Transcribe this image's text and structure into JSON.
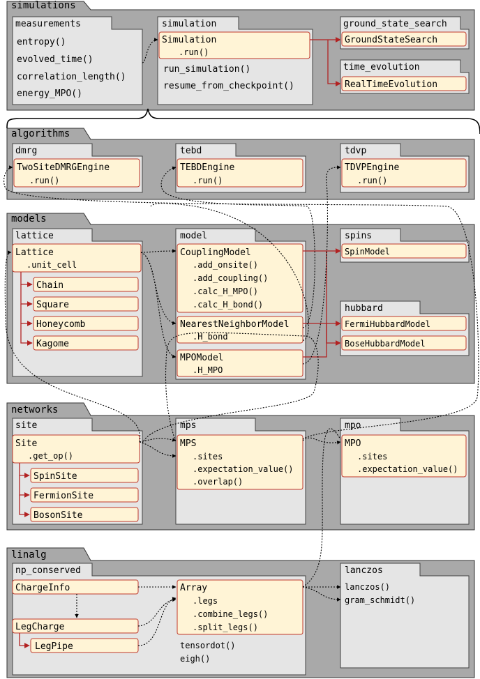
{
  "packages": [
    {
      "id": "simulations",
      "label": "simulations"
    },
    {
      "id": "algorithms",
      "label": "algorithms"
    },
    {
      "id": "models",
      "label": "models"
    },
    {
      "id": "networks",
      "label": "networks"
    },
    {
      "id": "linalg",
      "label": "linalg"
    }
  ],
  "modules": [
    {
      "id": "measurements",
      "label": "measurements"
    },
    {
      "id": "simulation",
      "label": "simulation"
    },
    {
      "id": "ground_state_search",
      "label": "ground_state_search"
    },
    {
      "id": "time_evolution",
      "label": "time_evolution"
    },
    {
      "id": "dmrg",
      "label": "dmrg"
    },
    {
      "id": "tebd",
      "label": "tebd"
    },
    {
      "id": "tdvp",
      "label": "tdvp"
    },
    {
      "id": "lattice",
      "label": "lattice"
    },
    {
      "id": "model",
      "label": "model"
    },
    {
      "id": "spins",
      "label": "spins"
    },
    {
      "id": "hubbard",
      "label": "hubbard"
    },
    {
      "id": "site",
      "label": "site"
    },
    {
      "id": "mps",
      "label": "mps"
    },
    {
      "id": "mpo",
      "label": "mpo"
    },
    {
      "id": "np_conserved",
      "label": "np_conserved"
    },
    {
      "id": "lanczos",
      "label": "lanczos"
    }
  ],
  "classes": [
    {
      "id": "Simulation",
      "name": "Simulation",
      "members": [
        ".run()"
      ]
    },
    {
      "id": "GroundStateSearch",
      "name": "GroundStateSearch",
      "members": []
    },
    {
      "id": "RealTimeEvolution",
      "name": "RealTimeEvolution",
      "members": []
    },
    {
      "id": "TwoSiteDMRGEngine",
      "name": "TwoSiteDMRGEngine",
      "members": [
        ".run()"
      ]
    },
    {
      "id": "TEBDEngine",
      "name": "TEBDEngine",
      "members": [
        ".run()"
      ]
    },
    {
      "id": "TDVPEngine",
      "name": "TDVPEngine",
      "members": [
        ".run()"
      ]
    },
    {
      "id": "Lattice",
      "name": "Lattice",
      "members": [
        ".unit_cell"
      ]
    },
    {
      "id": "Chain",
      "name": "Chain",
      "members": []
    },
    {
      "id": "Square",
      "name": "Square",
      "members": []
    },
    {
      "id": "Honeycomb",
      "name": "Honeycomb",
      "members": []
    },
    {
      "id": "Kagome",
      "name": "Kagome",
      "members": []
    },
    {
      "id": "CouplingModel",
      "name": "CouplingModel",
      "members": [
        ".add_onsite()",
        ".add_coupling()",
        ".calc_H_MPO()",
        ".calc_H_bond()"
      ]
    },
    {
      "id": "NearestNeighborModel",
      "name": "NearestNeighborModel",
      "members": [
        ".H_bond"
      ]
    },
    {
      "id": "MPOModel",
      "name": "MPOModel",
      "members": [
        ".H_MPO"
      ]
    },
    {
      "id": "SpinModel",
      "name": "SpinModel",
      "members": []
    },
    {
      "id": "FermiHubbardModel",
      "name": "FermiHubbardModel",
      "members": []
    },
    {
      "id": "BoseHubbardModel",
      "name": "BoseHubbardModel",
      "members": []
    },
    {
      "id": "Site",
      "name": "Site",
      "members": [
        ".get_op()"
      ]
    },
    {
      "id": "SpinSite",
      "name": "SpinSite",
      "members": []
    },
    {
      "id": "FermionSite",
      "name": "FermionSite",
      "members": []
    },
    {
      "id": "BosonSite",
      "name": "BosonSite",
      "members": []
    },
    {
      "id": "MPS",
      "name": "MPS",
      "members": [
        ".sites",
        ".expectation_value()",
        ".overlap()"
      ]
    },
    {
      "id": "MPO",
      "name": "MPO",
      "members": [
        ".sites",
        ".expectation_value()"
      ]
    },
    {
      "id": "ChargeInfo",
      "name": "ChargeInfo",
      "members": []
    },
    {
      "id": "LegCharge",
      "name": "LegCharge",
      "members": []
    },
    {
      "id": "LegPipe",
      "name": "LegPipe",
      "members": []
    },
    {
      "id": "Array",
      "name": "Array",
      "members": [
        ".legs",
        ".combine_legs()",
        ".split_legs()"
      ]
    }
  ],
  "functions": [
    {
      "id": "entropy",
      "text": "entropy()"
    },
    {
      "id": "evolved_time",
      "text": "evolved_time()"
    },
    {
      "id": "correlation_length",
      "text": "correlation_length()"
    },
    {
      "id": "energy_MPO",
      "text": "energy_MPO()"
    },
    {
      "id": "run_simulation",
      "text": "run_simulation()"
    },
    {
      "id": "resume_from_checkpoint",
      "text": "resume_from_checkpoint()"
    },
    {
      "id": "tensordot",
      "text": "tensordot()"
    },
    {
      "id": "eigh",
      "text": "eigh()"
    },
    {
      "id": "lanczos_fn",
      "text": "lanczos()"
    },
    {
      "id": "gram_schmidt",
      "text": "gram_schmidt()"
    }
  ],
  "colors": {
    "package_bg": "#a9a9a9",
    "module_bg": "#e5e5e5",
    "class_fill": "#fff4d6",
    "class_border": "#c0392b",
    "inheritance_line": "#b22222",
    "dependency_line": "#000000"
  }
}
